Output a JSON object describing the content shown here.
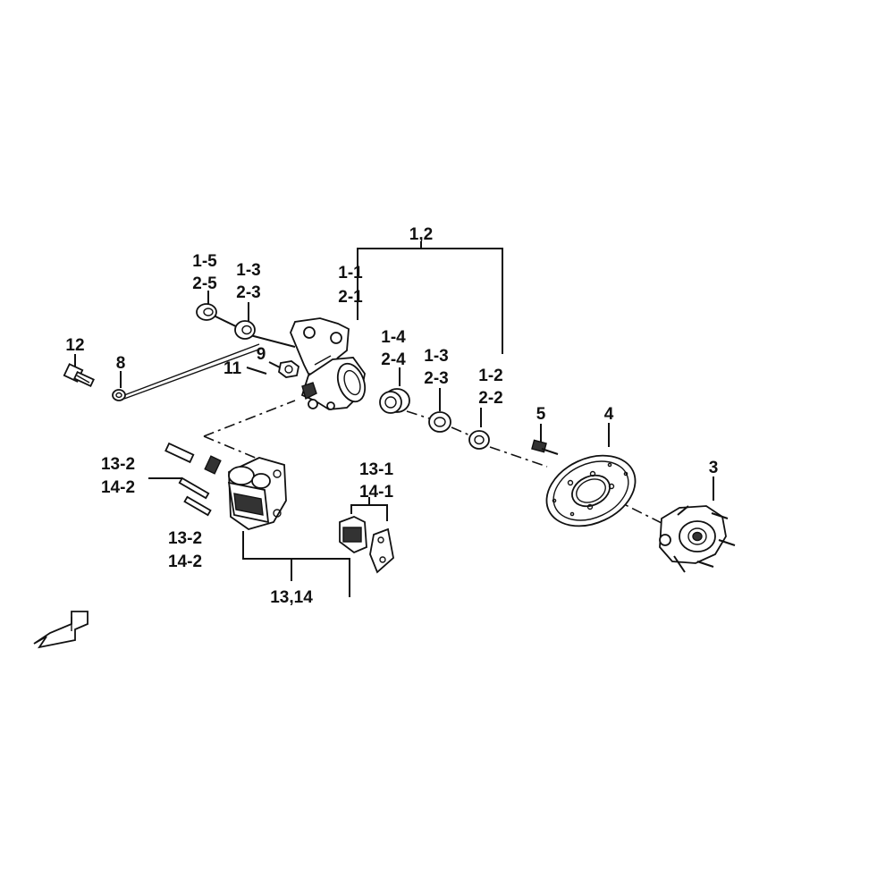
{
  "labels": {
    "l_1_2": "1,2",
    "l_1_1": "1-1",
    "l_2_1": "2-1",
    "l_1_5": "1-5",
    "l_2_5": "2-5",
    "l_1_3a": "1-3",
    "l_2_3a": "2-3",
    "l_12": "12",
    "l_8": "8",
    "l_9": "9",
    "l_11": "11",
    "l_1_4": "1-4",
    "l_2_4": "2-4",
    "l_1_3b": "1-3",
    "l_2_3b": "2-3",
    "l_1_2b": "1-2",
    "l_2_2": "2-2",
    "l_5": "5",
    "l_4": "4",
    "l_3": "3",
    "l_13_2a": "13-2",
    "l_14_2a": "14-2",
    "l_13_2b": "13-2",
    "l_14_2b": "14-2",
    "l_13_1": "13-1",
    "l_14_1": "14-1",
    "l_13_14": "13,14"
  },
  "colors": {
    "ink": "#111111",
    "background": "#ffffff"
  },
  "icons": {
    "direction": "front-arrow-icon"
  }
}
